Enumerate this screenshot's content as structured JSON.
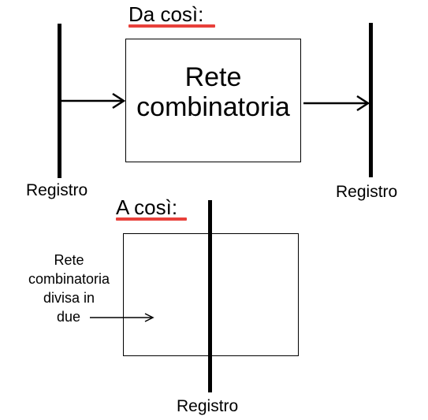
{
  "top_diagram": {
    "heading": "Da così:",
    "box_label_line1": "Rete",
    "box_label_line2": "combinatoria",
    "left_register_label": "Registro",
    "right_register_label": "Registro"
  },
  "bottom_diagram": {
    "heading": "A così:",
    "side_note_line1": "Rete",
    "side_note_line2": "combinatoria",
    "side_note_line3": "divisa in",
    "side_note_line4": "due",
    "register_label": "Registro"
  },
  "colors": {
    "underline": "#e8403a",
    "lines": "#000000",
    "background": "#ffffff"
  }
}
